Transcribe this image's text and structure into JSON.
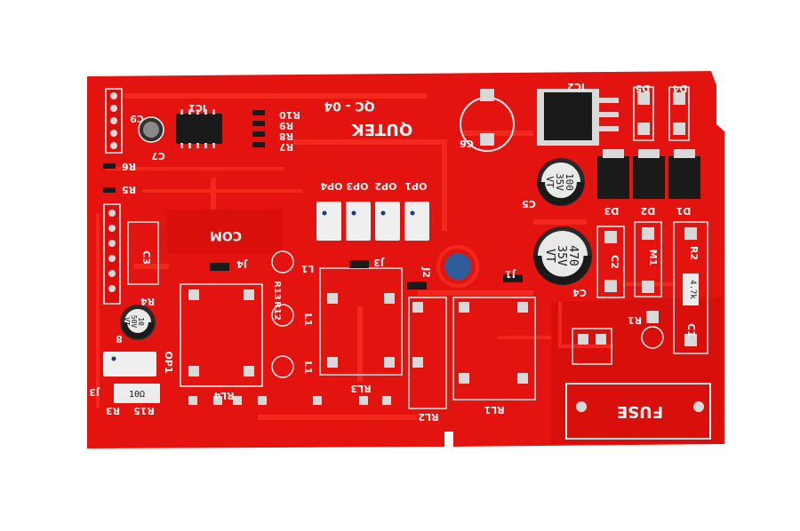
{
  "board": {
    "colors": {
      "background": "#ffffff",
      "substrate": "#e3140f",
      "trace": "#f2281c",
      "plane": "#d80f0a",
      "silkscreen": "#f4f4f4",
      "pad": "#d9d9d9",
      "ic_body": "#1a1a1a",
      "optocoupler_body": "#efefef",
      "mounting_hole": "#2f5d9a"
    },
    "brand": "QUTEK",
    "model": "QC - 04",
    "labels": {
      "ic1": "IC1",
      "ic2": "IC2",
      "c9": "C9",
      "c7": "C7",
      "c6": "C6",
      "c5": "C5",
      "c4": "C4",
      "c3": "C3",
      "c2": "C2",
      "c1": "C1",
      "r10": "R10",
      "r9": "R9",
      "r8": "R8",
      "r7": "R7",
      "r6": "R6",
      "r5": "R5",
      "r4": "R4",
      "r3": "R3",
      "r15": "R15",
      "r13": "R13",
      "r12": "R12",
      "r2": "R2",
      "r1": "R1",
      "op4": "OP4",
      "op3": "OP3",
      "op2": "OP2",
      "op1": "OP1",
      "op1b": "OP1",
      "com": "COM",
      "d5": "D5",
      "d4": "D4",
      "d3": "D3",
      "d2": "D2",
      "d1": "D1",
      "m1": "M1",
      "j1": "J1",
      "j2": "J2",
      "j3": "J3",
      "j4": "J4",
      "j3b": "J3",
      "l1a": "L1",
      "l1b": "L1",
      "l1c": "L1",
      "rl1": "RL1",
      "rl2": "RL2",
      "rl3": "RL3",
      "rl4": "RL4",
      "fuse": "FUSE",
      "num8": "8"
    },
    "components": {
      "cap_small_print": [
        "10",
        "50V",
        "VT"
      ],
      "cap_100_print": [
        "100",
        "35V",
        "VT"
      ],
      "cap_470_print": [
        "470",
        "35V",
        "VT"
      ],
      "resistor_r2_print": "4.7k",
      "resistor_r15_print": "10Ω"
    }
  }
}
